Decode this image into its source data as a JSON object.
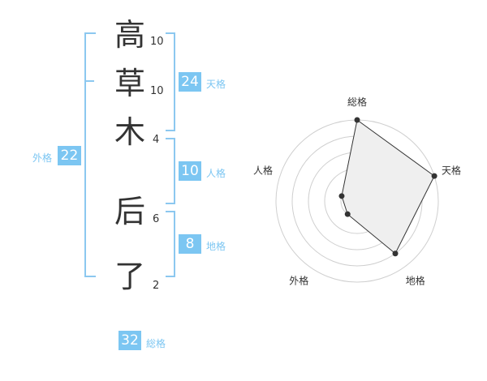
{
  "name": {
    "chars": [
      {
        "char": "高",
        "strokes": "10"
      },
      {
        "char": "草",
        "strokes": "10"
      },
      {
        "char": "木",
        "strokes": "4"
      },
      {
        "char": "后",
        "strokes": "6"
      },
      {
        "char": "了",
        "strokes": "2"
      }
    ]
  },
  "fortunes": {
    "tenkaku": {
      "value": "24",
      "label": "天格"
    },
    "jinkaku": {
      "value": "10",
      "label": "人格"
    },
    "chikaku": {
      "value": "8",
      "label": "地格"
    },
    "gaikaku": {
      "value": "22",
      "label": "外格"
    },
    "soukaku": {
      "value": "32",
      "label": "総格"
    }
  },
  "chart_data": {
    "type": "radar",
    "axes": [
      "総格",
      "天格",
      "地格",
      "外格",
      "人格"
    ],
    "values": [
      5,
      5,
      4,
      1,
      1
    ],
    "max": 5,
    "rings": 5
  },
  "colors": {
    "accent": "#7cc6f2",
    "bracket": "#8cc8f0",
    "fill": "#eeeeee"
  }
}
